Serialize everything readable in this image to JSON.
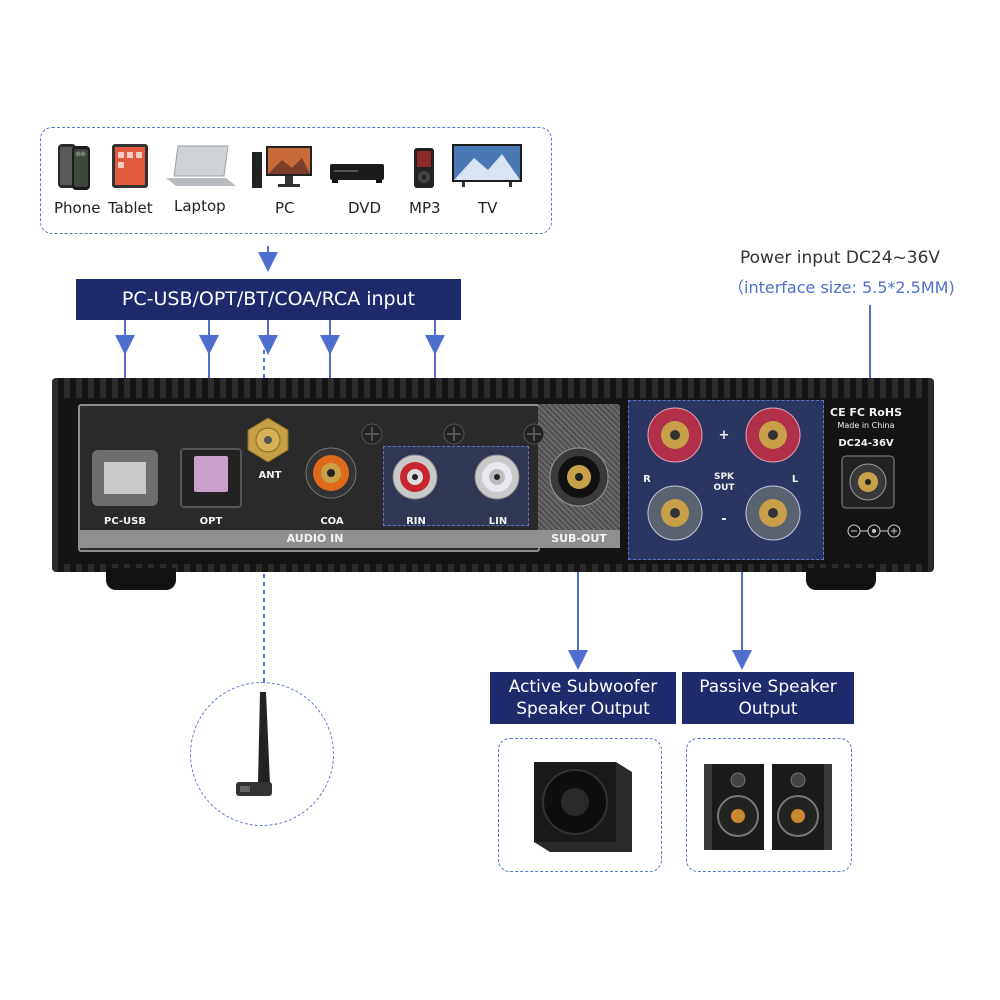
{
  "sources": {
    "items": [
      {
        "label": "Phone",
        "icon": "phone-icon"
      },
      {
        "label": "Tablet",
        "icon": "tablet-icon"
      },
      {
        "label": "Laptop",
        "icon": "laptop-icon"
      },
      {
        "label": "PC",
        "icon": "pc-icon"
      },
      {
        "label": "DVD",
        "icon": "dvd-icon"
      },
      {
        "label": "MP3",
        "icon": "mp3-icon"
      },
      {
        "label": "TV",
        "icon": "tv-icon"
      }
    ]
  },
  "input_banner": "PC-USB/OPT/BT/COA/RCA input",
  "power": {
    "title": "Power input DC24~36V",
    "note": "（interface size: 5.5*2.5MM)"
  },
  "panel": {
    "pc_usb": "PC-USB",
    "opt": "OPT",
    "ant": "ANT",
    "coa": "COA",
    "rin": "RIN",
    "lin": "LIN",
    "audio_in": "AUDIO IN",
    "sub_out": "SUB-OUT",
    "spk_out": "SPK\nOUT",
    "plus": "+",
    "minus": "-",
    "r": "R",
    "l": "L",
    "cert": "CE FC RoHS",
    "made_in": "Made in China",
    "dc": "DC24-36V"
  },
  "outputs": {
    "subwoofer": "Active Subwoofer Speaker Output",
    "passive": "Passive Speaker Output"
  },
  "colors": {
    "accent": "#4e6fd0",
    "banner": "#1f2a6d",
    "chassis": "#1c1c1c",
    "panel_silver": "#8f8f8f"
  }
}
